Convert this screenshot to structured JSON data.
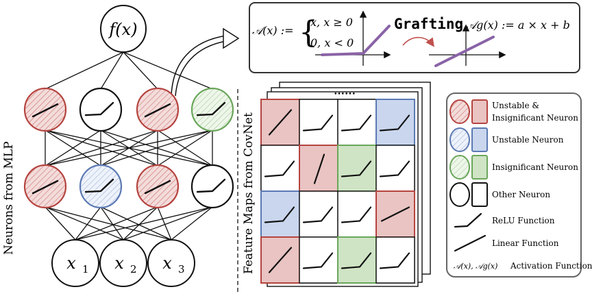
{
  "mlp": {
    "side_label": "Neurons from MLP",
    "output_label": "f(x)",
    "inputs": [
      {
        "base": "x",
        "sub": "1"
      },
      {
        "base": "x",
        "sub": "2"
      },
      {
        "base": "x",
        "sub": "3"
      }
    ],
    "top_layer": [
      "unstable_insignificant",
      "other",
      "unstable_insignificant",
      "insignificant"
    ],
    "bottom_layer": [
      "unstable_insignificant",
      "unstable",
      "unstable_insignificant",
      "other"
    ]
  },
  "grafting": {
    "relu_def_lhs": "𝒜(x) :=",
    "relu_case_1": "x,  x ≥ 0",
    "relu_case_2": "0,  x < 0",
    "label": "Grafting",
    "linear_def": "𝒜g(x) := a × x + b"
  },
  "cnn": {
    "side_label": "Feature Maps from CovNet",
    "dots": "••••••",
    "grid": [
      [
        "unstable_insignificant",
        "other",
        "other",
        "unstable"
      ],
      [
        "other",
        "unstable_insignificant",
        "insignificant",
        "other"
      ],
      [
        "unstable",
        "other",
        "other",
        "unstable_insignificant"
      ],
      [
        "unstable_insignificant",
        "other",
        "insignificant",
        "other"
      ]
    ]
  },
  "legend": {
    "unstable_insignificant_line1": "Unstable &",
    "unstable_insignificant_line2": "Insignificant Neuron",
    "unstable": "Unstable Neuron",
    "insignificant": "Insignificant Neuron",
    "other": "Other Neuron",
    "relu": "ReLU Function",
    "linear": "Linear Function",
    "activation_symbols": "𝒜(x), 𝒜g(x)",
    "activation": "Activation Function"
  },
  "colors": {
    "red_stroke": "#b5443f",
    "red_fill": "#e9c4c2",
    "blue_stroke": "#5b79b3",
    "blue_fill": "#c9d6ee",
    "green_stroke": "#6aa65a",
    "green_fill": "#cfe4c5",
    "purple": "#8a63a6"
  }
}
